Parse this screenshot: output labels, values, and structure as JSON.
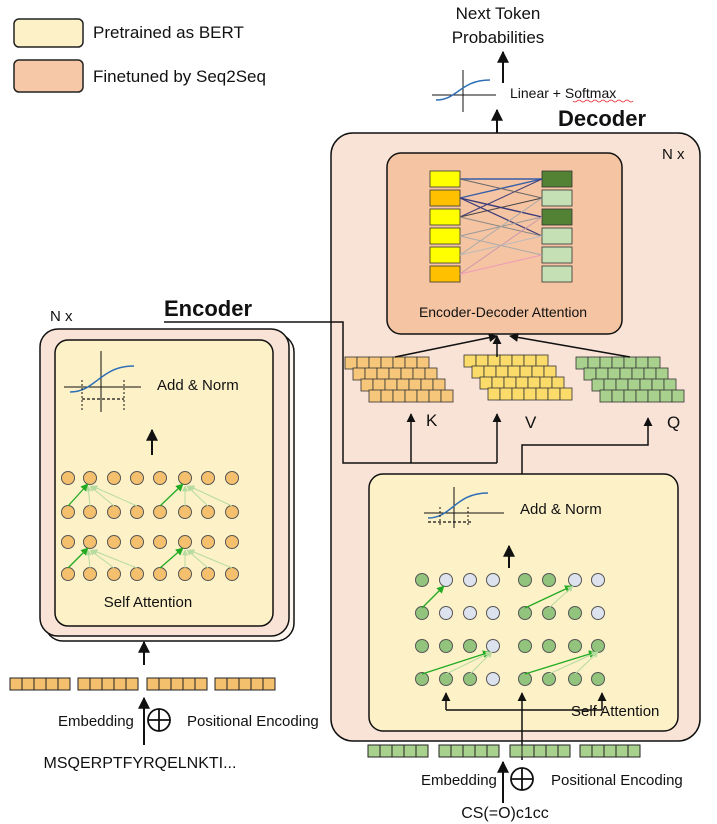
{
  "legend": {
    "pretrained": {
      "label": "Pretrained as BERT",
      "color": "#fdf1c7"
    },
    "finetuned": {
      "label": "Finetuned by Seq2Seq",
      "color": "#f7c8a7"
    }
  },
  "output": {
    "title_line1": "Next Token",
    "title_line2": "Probabilities",
    "linear_softmax": "Linear + Softmax"
  },
  "decoder": {
    "title": "Decoder",
    "repeat": "N x",
    "cross_attention_label": "Encoder-Decoder Attention",
    "k_label": "K",
    "v_label": "V",
    "q_label": "Q",
    "add_norm": "Add & Norm",
    "self_attention": "Self Attention",
    "embedding": "Embedding",
    "positional_encoding": "Positional Encoding",
    "input_sequence": "CS(=O)c1cc"
  },
  "encoder": {
    "title": "Encoder",
    "repeat": "N x",
    "add_norm": "Add & Norm",
    "self_attention": "Self Attention",
    "embedding": "Embedding",
    "positional_encoding": "Positional Encoding",
    "input_sequence": "MSQERPTFYRQELNKTI..."
  },
  "colors": {
    "outer_box": "#f9e3d6",
    "cross_attn_box": "#f5c4a2",
    "inner_box": "#fdf1c8",
    "enc_node": "#f4c06e",
    "dec_node_green": "#92c47d",
    "dec_node_gray": "#dce3ee",
    "k_token": "#f6c77a",
    "v_token": "#fbdb6a",
    "q_token": "#a9d18e",
    "attn_left_yellow": "#ffff00",
    "attn_left_orange": "#ffc000",
    "attn_right_dark": "#548235",
    "attn_right_light": "#c5e0b4",
    "green_arrow": "#22aa22",
    "faint_arrow": "#b6dba0",
    "attn_line": "#3a3a7a",
    "embed_token_orange": "#f4c06e",
    "embed_token_green": "#a9d18e"
  }
}
